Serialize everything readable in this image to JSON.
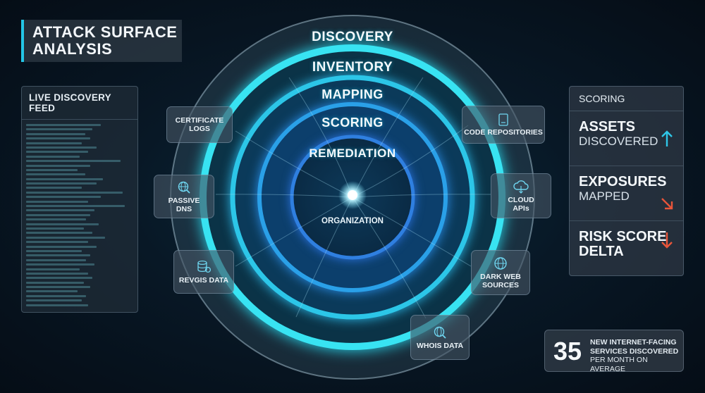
{
  "title": {
    "line1": "ATTACK SURFACE",
    "line2": "ANALYSIS"
  },
  "feed": {
    "title": "LIVE DISCOVERY FEED"
  },
  "rings": [
    "DISCOVERY",
    "INVENTORY",
    "MAPPING",
    "SCORING",
    "REMEDIATION"
  ],
  "center": {
    "label": "ORGANIZATION"
  },
  "sources": {
    "certificate": [
      "CERTIFICATE",
      "LOGS"
    ],
    "passive_dns": [
      "PASSIVE",
      "DNS"
    ],
    "revgis": [
      "REVGIS DATA"
    ],
    "code_repos": [
      "CODE REPOSITORIES"
    ],
    "cloud": [
      "CLOUD",
      "APIs"
    ],
    "dark_web": [
      "DARK WEB",
      "SOURCES"
    ],
    "whois": [
      "WHOIS DATA"
    ]
  },
  "scoring": {
    "heading": "SCORING",
    "metrics": [
      {
        "line1": "ASSETS",
        "line2": "DISCOVERED",
        "trend": "up",
        "color": "#2fc7e8"
      },
      {
        "line1": "EXPOSURES",
        "line2": "MAPPED",
        "trend": "down-right",
        "color": "#e8553a"
      },
      {
        "line1": "RISK SCORE",
        "line2": "DELTA",
        "trend": "down",
        "color": "#e8553a"
      }
    ]
  },
  "stat": {
    "number": "35",
    "line1": "NEW INTERNET-FACING",
    "line2": "SERVICES DISCOVERED",
    "line3": "PER MONTH ON AVERAGE"
  },
  "colors": {
    "accent": "#23c6e6",
    "alert": "#e8553a"
  }
}
